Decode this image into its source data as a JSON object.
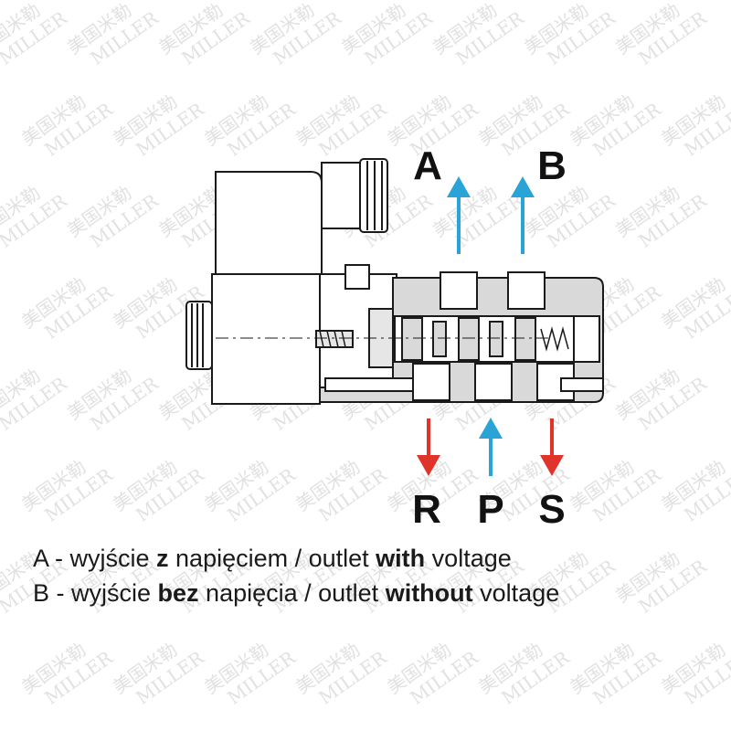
{
  "ports": {
    "top": [
      "A",
      "B"
    ],
    "bottom": [
      "R",
      "P",
      "S"
    ]
  },
  "colors": {
    "outlet_arrow": "#2aa3d6",
    "exhaust_arrow": "#e0342b",
    "line": "#1a1a1a",
    "body_fill": "#d9d9d9",
    "coil_fill": "#ffffff"
  },
  "legend": {
    "a": {
      "prefix": "A - wyjście ",
      "bold1": "z",
      "mid": " napięciem / outlet ",
      "bold2": "with",
      "suffix": " voltage"
    },
    "b": {
      "prefix": "B - wyjście ",
      "bold1": "bez",
      "mid": " napięcia / outlet ",
      "bold2": "without",
      "suffix": " voltage"
    }
  },
  "watermark": {
    "cn": "美国米勒",
    "en": "MILLER"
  }
}
